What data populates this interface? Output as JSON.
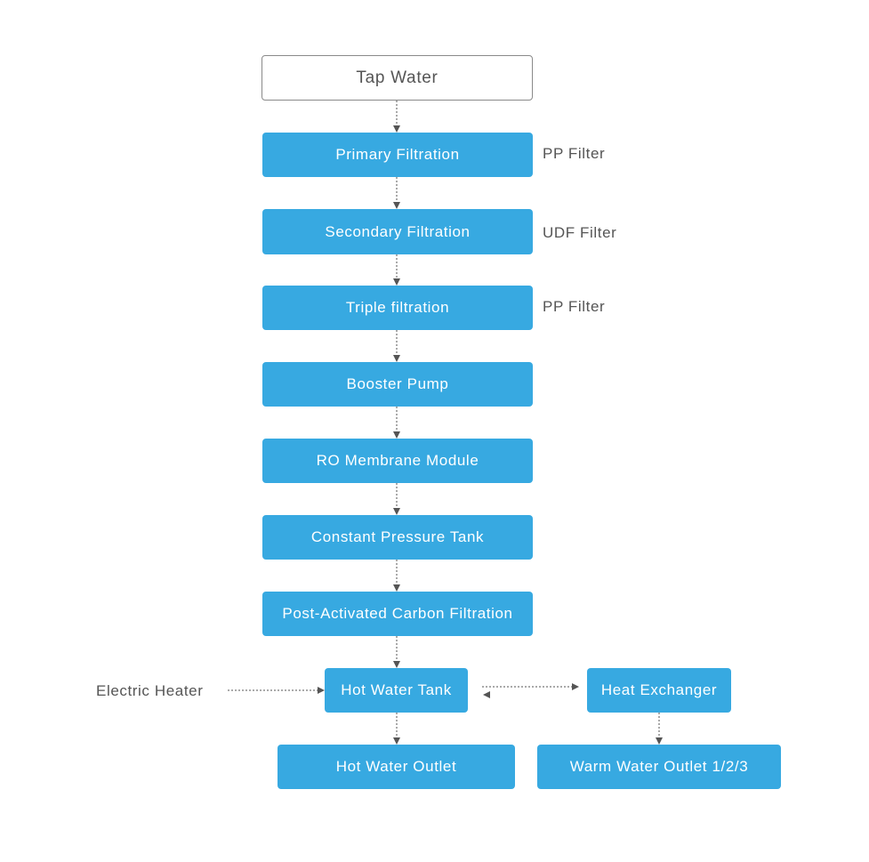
{
  "nodes": {
    "tap_water": "Tap Water",
    "primary": "Primary Filtration",
    "secondary": "Secondary Filtration",
    "triple": "Triple filtration",
    "booster": "Booster Pump",
    "ro": "RO Membrane Module",
    "tank": "Constant Pressure Tank",
    "carbon": "Post-Activated Carbon Filtration",
    "hot_tank": "Hot Water Tank",
    "exchanger": "Heat Exchanger",
    "hot_outlet": "Hot Water Outlet",
    "warm_outlet": "Warm Water Outlet 1/2/3"
  },
  "annotations": {
    "primary_filter": "PP Filter",
    "secondary_filter": "UDF Filter",
    "triple_filter": "PP Filter",
    "heater": "Electric Heater"
  },
  "colors": {
    "node_fill": "#37a9e1",
    "node_text": "#ffffff",
    "connector": "#555555",
    "label_text": "#555555"
  }
}
